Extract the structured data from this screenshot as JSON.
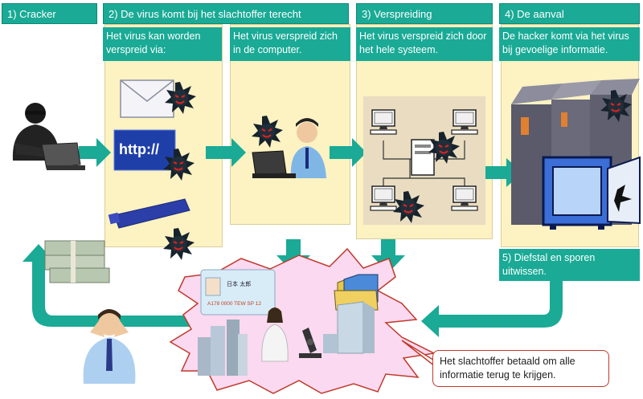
{
  "headers": {
    "step1": "1) Cracker",
    "step2": "2) De virus komt bij het slachtoffer terecht",
    "step3": "3) Verspreiding",
    "step4": "4) De aanval",
    "step5": "5) Diefstal en sporen uitwissen."
  },
  "panels": {
    "p2a_text": "Het virus kan worden verspreid via:",
    "p2b_text": "Het virus verspreid zich in de computer.",
    "p3_text": "Het virus verspreid zich door het hele systeem.",
    "p4_text": "De hacker komt via het virus bij gevoelige informatie."
  },
  "icons": {
    "url_text": "http://",
    "id_card_name": "日本 太郎",
    "id_card_number": "A178 0000 TEW SP 12"
  },
  "callout": {
    "text": "Het slachtoffer betaald om alle informatie terug te krijgen."
  },
  "colors": {
    "teal": "#1aaa96",
    "panel": "#fcf2c2",
    "burst": "#fbd9f0",
    "callout_border": "#c0392b"
  }
}
